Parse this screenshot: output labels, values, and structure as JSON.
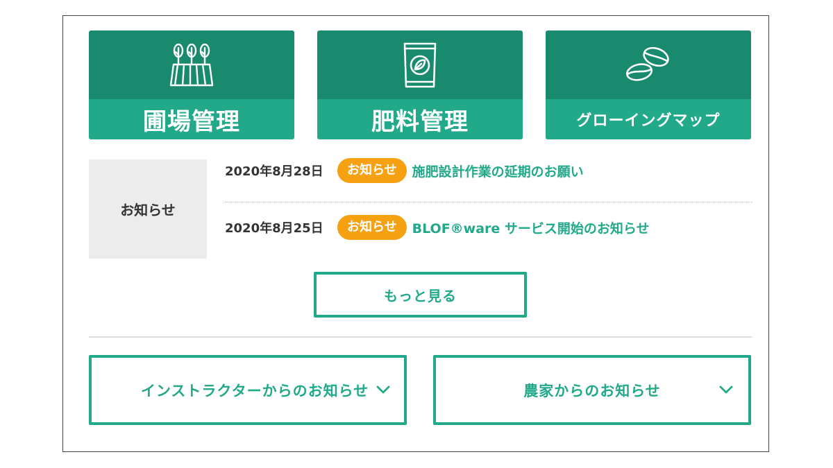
{
  "tiles": [
    {
      "label": "圃場管理",
      "icon": "field-trees-icon"
    },
    {
      "label": "肥料管理",
      "icon": "fertilizer-bag-icon"
    },
    {
      "label": "グローイングマップ",
      "icon": "beans-icon"
    }
  ],
  "news": {
    "label": "お知らせ",
    "items": [
      {
        "date": "2020年8月28日",
        "badge": "お知らせ",
        "title": "施肥設計作業の延期のお願い"
      },
      {
        "date": "2020年8月25日",
        "badge": "お知らせ",
        "title": "BLOF®ware サービス開始のお知らせ"
      }
    ],
    "more_label": "もっと見る"
  },
  "accordions": [
    {
      "label": "インストラクターからのお知らせ",
      "icon": "chevron-down-icon"
    },
    {
      "label": "農家からのお知らせ",
      "icon": "chevron-down-icon"
    }
  ],
  "colors": {
    "tile_dark": "#1a8a6e",
    "tile_band": "#21a98a",
    "accent_text": "#21a98a",
    "badge": "#f5a112",
    "news_label_bg": "#ececec"
  }
}
